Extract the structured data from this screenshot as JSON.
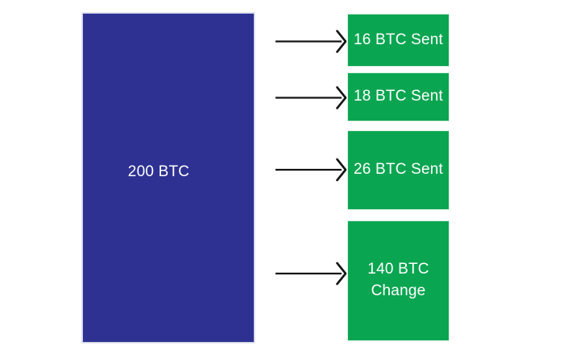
{
  "diagram": {
    "input": {
      "label": "200 BTC",
      "color": "#2e3192"
    },
    "outputs": [
      {
        "label": "16 BTC Sent"
      },
      {
        "label": "18 BTC Sent"
      },
      {
        "label": "26 BTC Sent"
      },
      {
        "label": "140 BTC Change"
      }
    ],
    "output_color": "#0aa551",
    "text_color": "#ffffff",
    "arrow_color": "#141414",
    "background": "#ffffff"
  }
}
